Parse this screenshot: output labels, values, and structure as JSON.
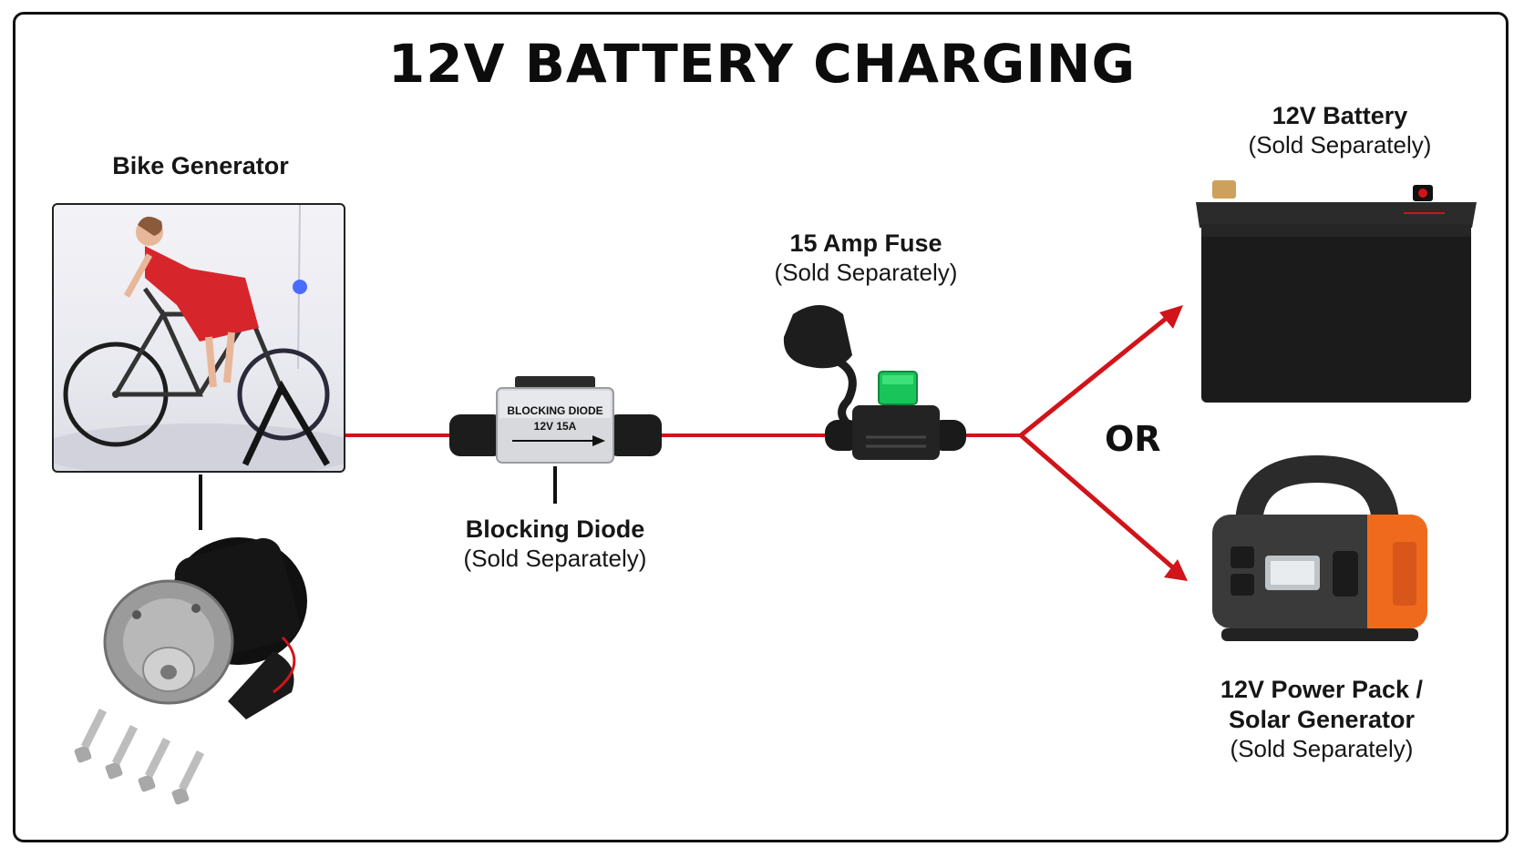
{
  "title": "12V BATTERY CHARGING",
  "components": {
    "bike_generator": {
      "name": "Bike Generator"
    },
    "blocking_diode": {
      "device_text_line1": "BLOCKING DIODE",
      "device_text_line2": "12V 15A",
      "name": "Blocking Diode",
      "note": "(Sold Separately)"
    },
    "fuse": {
      "name": "15 Amp Fuse",
      "note": "(Sold Separately)"
    },
    "battery": {
      "name": "12V Battery",
      "note": "(Sold Separately)"
    },
    "power_pack": {
      "name_line1": "12V Power Pack /",
      "name_line2": "Solar Generator",
      "note": "(Sold Separately)"
    }
  },
  "connector_text": "OR",
  "colors": {
    "wire": "#d0141a",
    "battery_body": "#1b1b1b",
    "power_pack_body": "#3a3a3a",
    "power_pack_accent": "#f06a1e",
    "fuse_green": "#19c45a",
    "dress": "#d7262b"
  },
  "icons": [
    "bike-rider-photo",
    "motor-icon",
    "bolt-icon",
    "diode-icon",
    "fuse-holder-icon",
    "battery-icon",
    "power-pack-icon",
    "arrow-icon"
  ]
}
